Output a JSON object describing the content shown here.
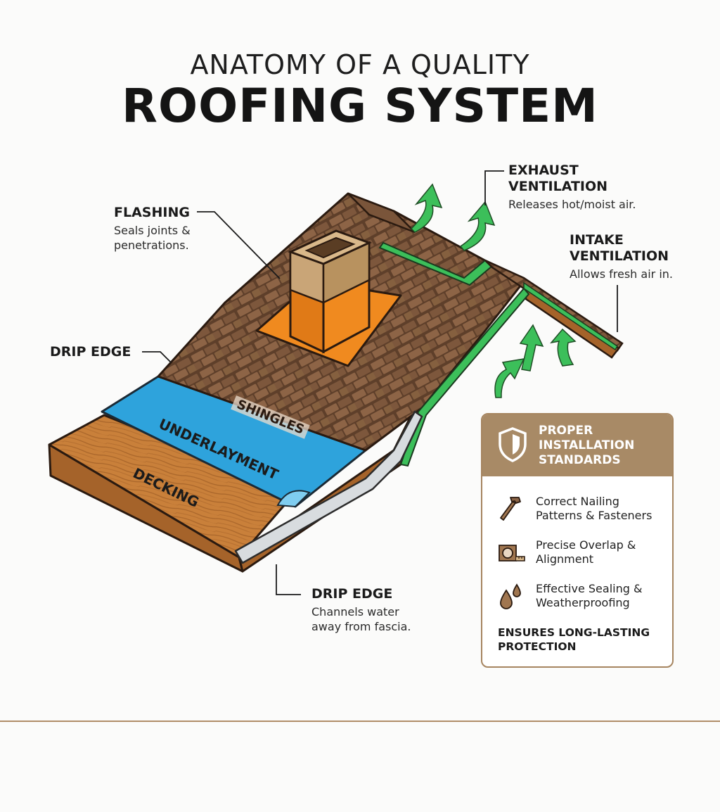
{
  "title": {
    "line1": "ANATOMY OF A QUALITY",
    "line2": "ROOFING SYSTEM"
  },
  "callouts": {
    "flashing": {
      "head": "FLASHING",
      "desc1": "Seals joints &",
      "desc2": "penetrations."
    },
    "drip_edge_top": {
      "head": "DRIP EDGE"
    },
    "exhaust": {
      "head1": "EXHAUST",
      "head2": "VENTILATION",
      "desc": "Releases hot/moist air."
    },
    "intake": {
      "head1": "INTAKE",
      "head2": "VENTILATION",
      "desc": "Allows fresh air in."
    },
    "drip_edge_bottom": {
      "head": "DRIP EDGE",
      "desc1": "Channels water",
      "desc2": "away from fascia."
    }
  },
  "layers": {
    "shingles": "SHINGLES",
    "underlayment": "UNDERLAYMENT",
    "decking": "DECKING"
  },
  "panel": {
    "title1": "PROPER",
    "title2": "INSTALLATION",
    "title3": "STANDARDS",
    "items": [
      {
        "icon": "hammer-icon",
        "line1": "Correct Nailing",
        "line2": "Patterns & Fasteners"
      },
      {
        "icon": "tape-measure-icon",
        "line1": "Precise Overlap &",
        "line2": "Alignment"
      },
      {
        "icon": "water-drops-icon",
        "line1": "Effective Sealing &",
        "line2": "Weatherproofing"
      }
    ],
    "footer1": "ENSURES LONG-LASTING",
    "footer2": "PROTECTION"
  },
  "colors": {
    "shingle": "#8a6244",
    "shingle_dark": "#5e3f2a",
    "underlayment": "#2ea3dc",
    "decking": "#c9803a",
    "flashing": "#f08a1f",
    "chimney": "#c9a577",
    "drip_edge": "#c8ccd0",
    "vent_green": "#3cbf5a",
    "panel_brown": "#a88a66"
  }
}
